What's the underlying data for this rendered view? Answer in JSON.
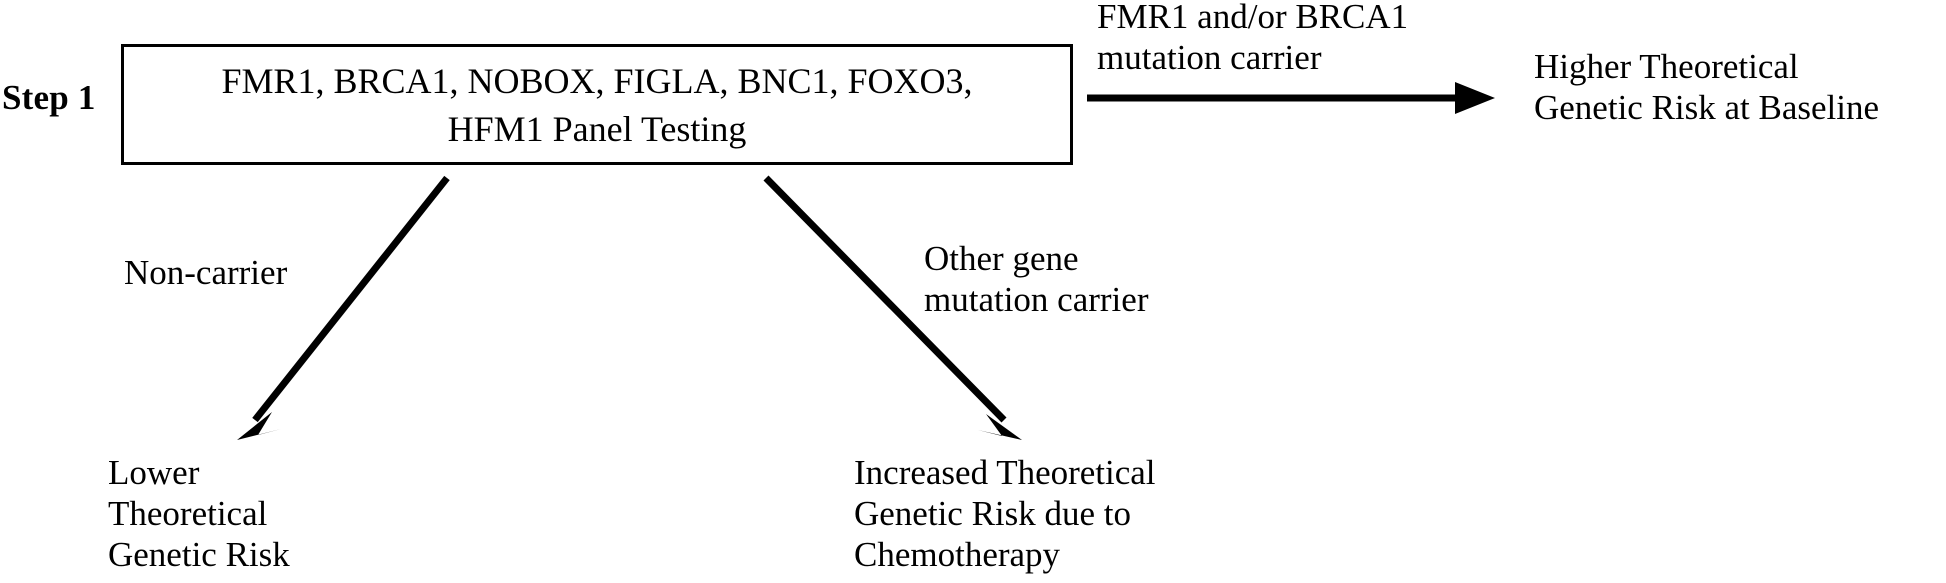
{
  "diagram": {
    "title": "Step 1 genetic panel testing decision flowchart",
    "background_color": "#ffffff",
    "line_color": "#000000",
    "step_label": "Step 1",
    "panel_box": {
      "line1": "FMR1, BRCA1, NOBOX, FIGLA, BNC1, FOXO3,",
      "line2": "HFM1 Panel Testing"
    },
    "edges": [
      {
        "id": "edge-fmr-brca-carrier",
        "direction": "right",
        "label_line1": "FMR1 and/or BRCA1",
        "label_line2": "mutation carrier"
      },
      {
        "id": "edge-non-carrier",
        "direction": "down-left",
        "label_line1": "Non-carrier",
        "label_line2": ""
      },
      {
        "id": "edge-other-gene-carrier",
        "direction": "down-right",
        "label_line1": "Other gene",
        "label_line2": "mutation carrier"
      }
    ],
    "outcomes": [
      {
        "id": "outcome-higher-risk",
        "line1": "Higher Theoretical",
        "line2": "Genetic Risk at Baseline",
        "line3": ""
      },
      {
        "id": "outcome-lower-risk",
        "line1": "Lower",
        "line2": "Theoretical",
        "line3": "Genetic Risk"
      },
      {
        "id": "outcome-increased-risk",
        "line1": "Increased Theoretical",
        "line2": "Genetic Risk due to",
        "line3": "Chemotherapy"
      }
    ]
  }
}
